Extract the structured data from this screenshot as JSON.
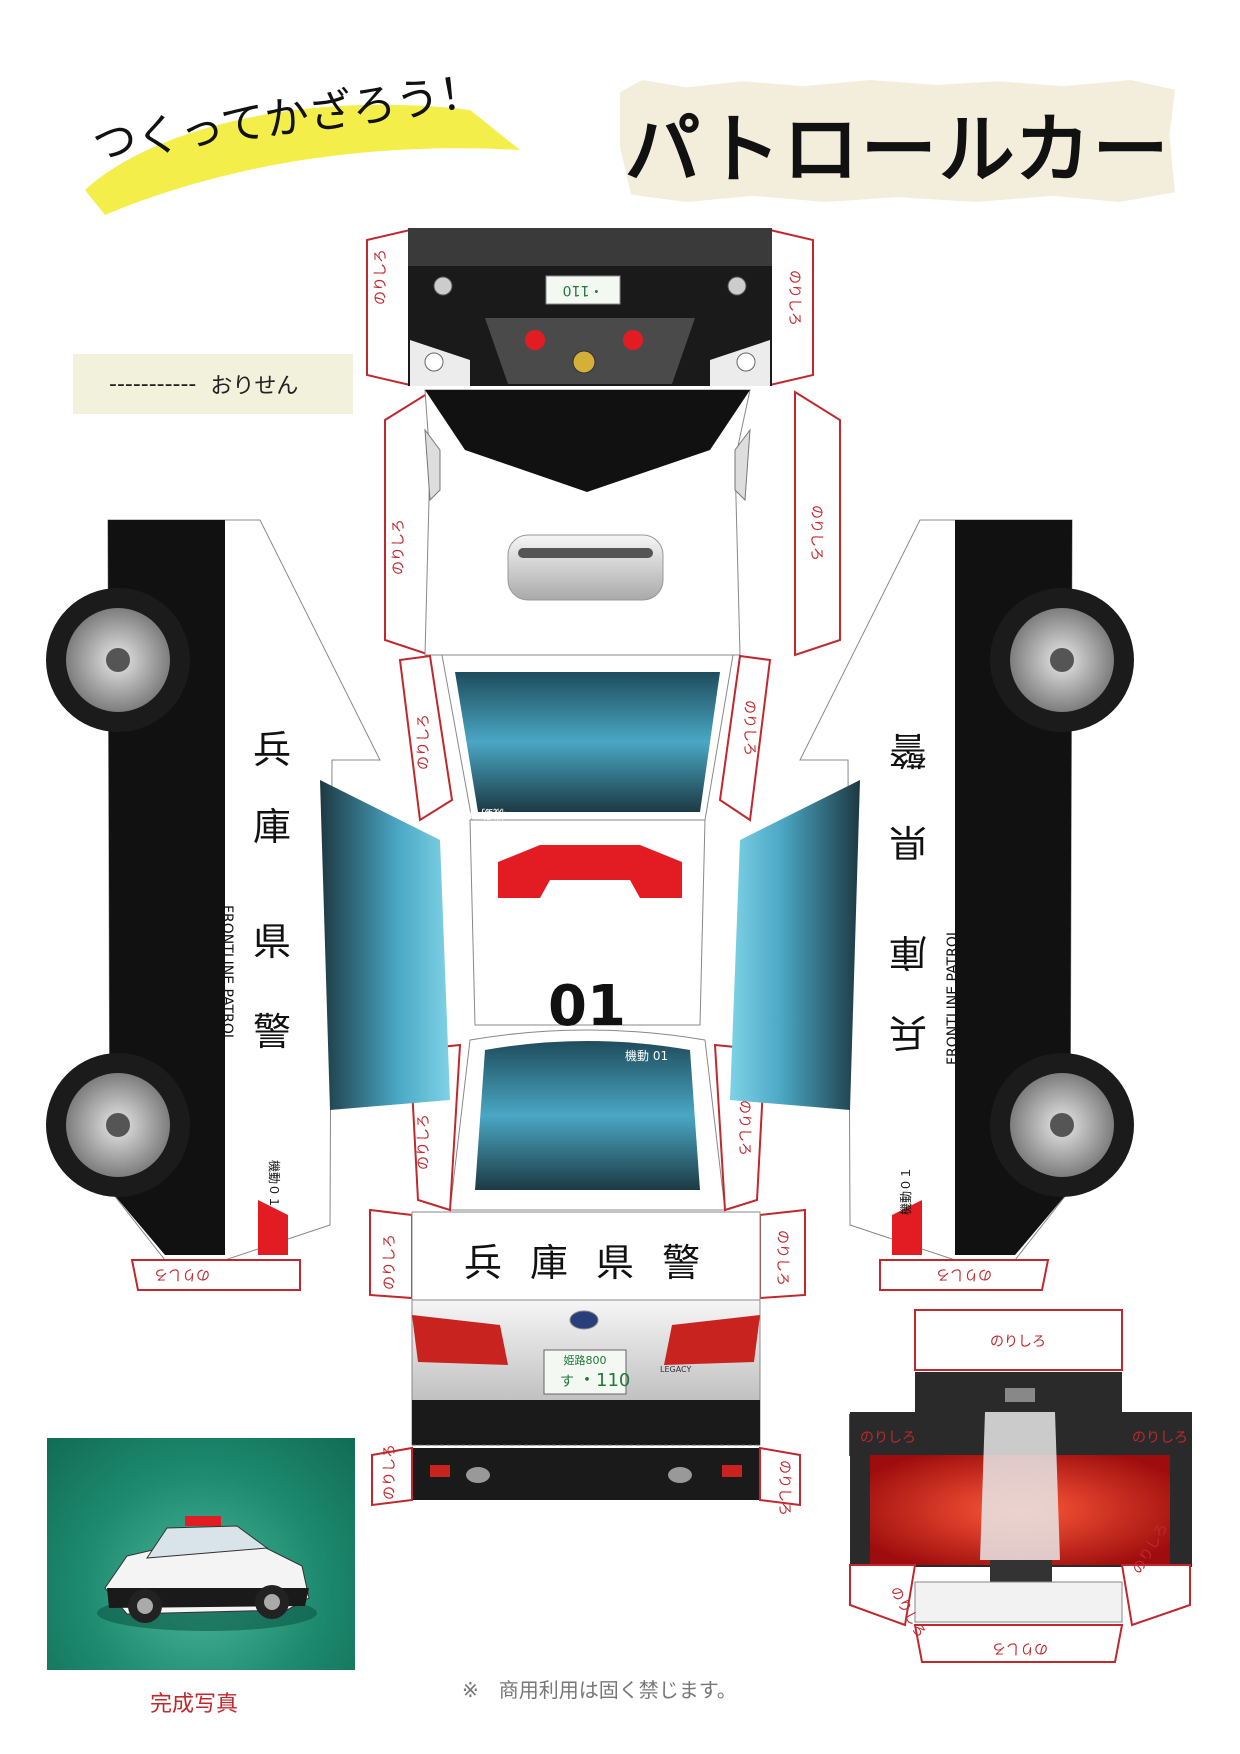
{
  "header": {
    "slogan": "つくってかざろう！",
    "title": "パトロールカー"
  },
  "legend": {
    "dashes": "-----------",
    "label": "おりせん"
  },
  "tab_label": "のりしろ",
  "plates": {
    "region": "姫路800",
    "kana": "す",
    "number": "・110"
  },
  "car": {
    "roof_number": "01",
    "unit_label": "機動 01",
    "unit_label_side": "機動０１",
    "side_patrol": "FRONTLINE PATROL",
    "prefecture_chars": [
      "兵",
      "庫",
      "県",
      "警"
    ],
    "rear_banner": "兵 庫 県 警",
    "brand": "LEGACY"
  },
  "photo": {
    "caption": "完成写真"
  },
  "footer": {
    "note": "※　商用利用は固く禁じます。"
  },
  "colors": {
    "accent_red": "#e21c22",
    "tab_red": "#c0282d",
    "glass_blue": "#4aa7c4",
    "body_black": "#111111",
    "slogan_yellow": "#f3ee4a"
  }
}
